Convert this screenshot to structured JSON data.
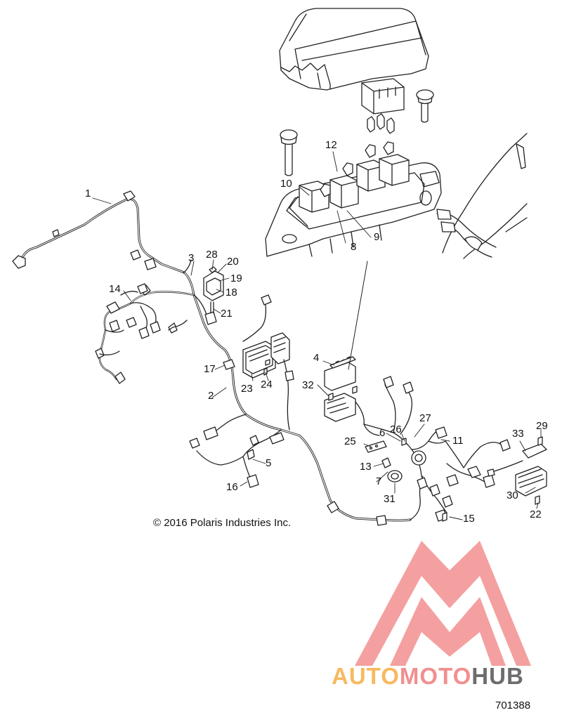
{
  "callouts": [
    "1",
    "2",
    "3",
    "4",
    "5",
    "6",
    "7",
    "8",
    "9",
    "10",
    "11",
    "12",
    "13",
    "14",
    "15",
    "16",
    "17",
    "18",
    "19",
    "20",
    "21",
    "22",
    "23",
    "24",
    "25",
    "26",
    "27",
    "28",
    "29",
    "30",
    "31",
    "32",
    "33"
  ],
  "copyright": "© 2016 Polaris Industries Inc.",
  "figure_number": "701388",
  "watermark": {
    "part1": "AUTO",
    "part2": "MOTO",
    "part3": "HUB"
  },
  "colors": {
    "line": "#222222",
    "watermark_red": "#f28f8f",
    "watermark_orange": "#f7b960",
    "watermark_gray": "#6d6d6d"
  }
}
